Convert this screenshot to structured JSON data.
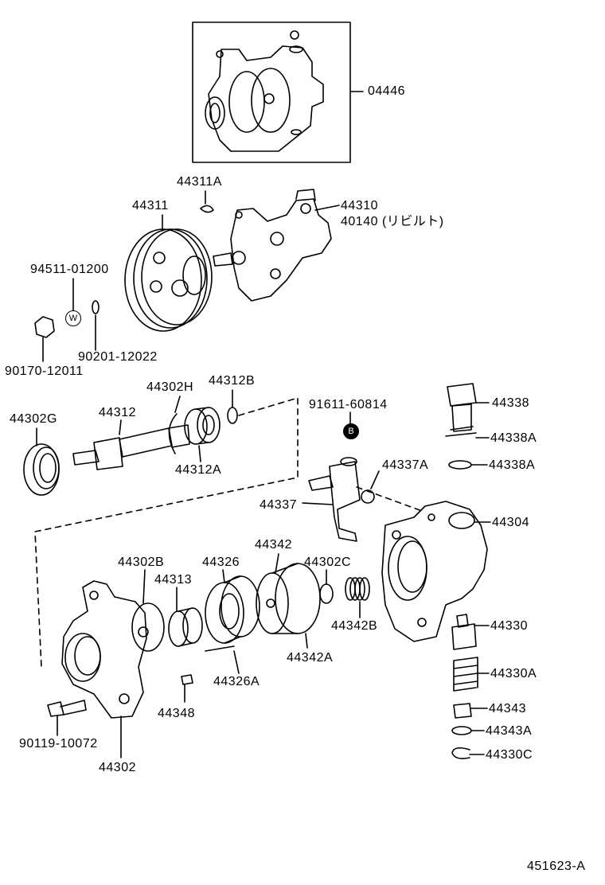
{
  "labels": {
    "p04446": "04446",
    "p44311A": "44311A",
    "p44311": "44311",
    "p44310": "44310",
    "p40140": "40140 (リビルト)",
    "p94511": "94511-01200",
    "p90201": "90201-12022",
    "p90170": "90170-12011",
    "p44302H": "44302H",
    "p44312B": "44312B",
    "p44302G": "44302G",
    "p44312": "44312",
    "p44312A": "44312A",
    "p91611": "91611-60814",
    "p44338": "44338",
    "p44338A_1": "44338A",
    "p44338A_2": "44338A",
    "p44337A": "44337A",
    "p44337": "44337",
    "p44304": "44304",
    "p44342": "44342",
    "p44302B": "44302B",
    "p44326": "44326",
    "p44302C": "44302C",
    "p44313": "44313",
    "p44342B": "44342B",
    "p44330": "44330",
    "p44342A": "44342A",
    "p44326A": "44326A",
    "p44330A": "44330A",
    "p44348": "44348",
    "p44343": "44343",
    "p44343A": "44343A",
    "p90119": "90119-10072",
    "p44330C": "44330C",
    "p44302": "44302",
    "figure_code": "451623-A"
  },
  "callouts": {
    "washer_mark": "W",
    "bolt_mark": "B"
  }
}
